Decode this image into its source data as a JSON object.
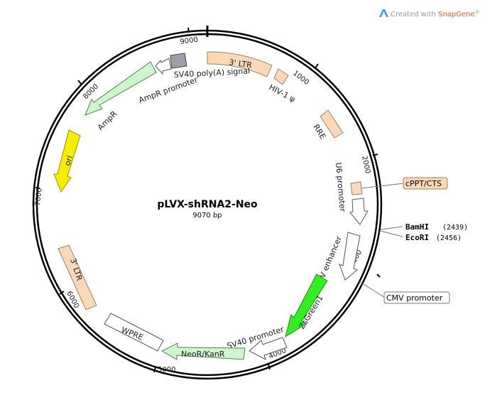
{
  "brand": {
    "prefix": "Created with ",
    "name": "SnapGene",
    "mark": "®",
    "name_color": "#f05a28"
  },
  "plasmid": {
    "name": "pLVX-shRNA2-Neo",
    "size": "9070 bp"
  },
  "ticks": [
    "1000",
    "2000",
    "3000",
    "4000",
    "5000",
    "6000",
    "7000",
    "8000",
    "9000"
  ],
  "features": {
    "ltr5": "3' LTR",
    "hiv_psi": "HIV-1 ψ",
    "rre": "RRE",
    "sv40_polya": "SV40 poly(A) signal",
    "ampr_promoter": "AmpR promoter",
    "ampr": "AmpR",
    "ori": "ori",
    "ltr3": "3' LTR",
    "wpre": "WPRE",
    "neor": "NeoR/KanR",
    "sv40_promoter": "SV40 promoter",
    "zsgreen": "ZsGreen1",
    "cmv_enhancer": "CMV enhancer",
    "u6_promoter": "U6 promoter"
  },
  "callouts": {
    "cppt": "cPPT/CTS",
    "cmv_promoter": "CMV promoter"
  },
  "sites": [
    {
      "name": "BamHI",
      "pos": "(2439)"
    },
    {
      "name": "EcoRI",
      "pos": "(2456)"
    }
  ],
  "colors": {
    "ltr": "#fbd9b8",
    "ampr": "#cff5cf",
    "ori": "#f5ee00",
    "zsgreen": "#33ee22",
    "gray": "#9aa0a8",
    "white": "#ffffff"
  }
}
